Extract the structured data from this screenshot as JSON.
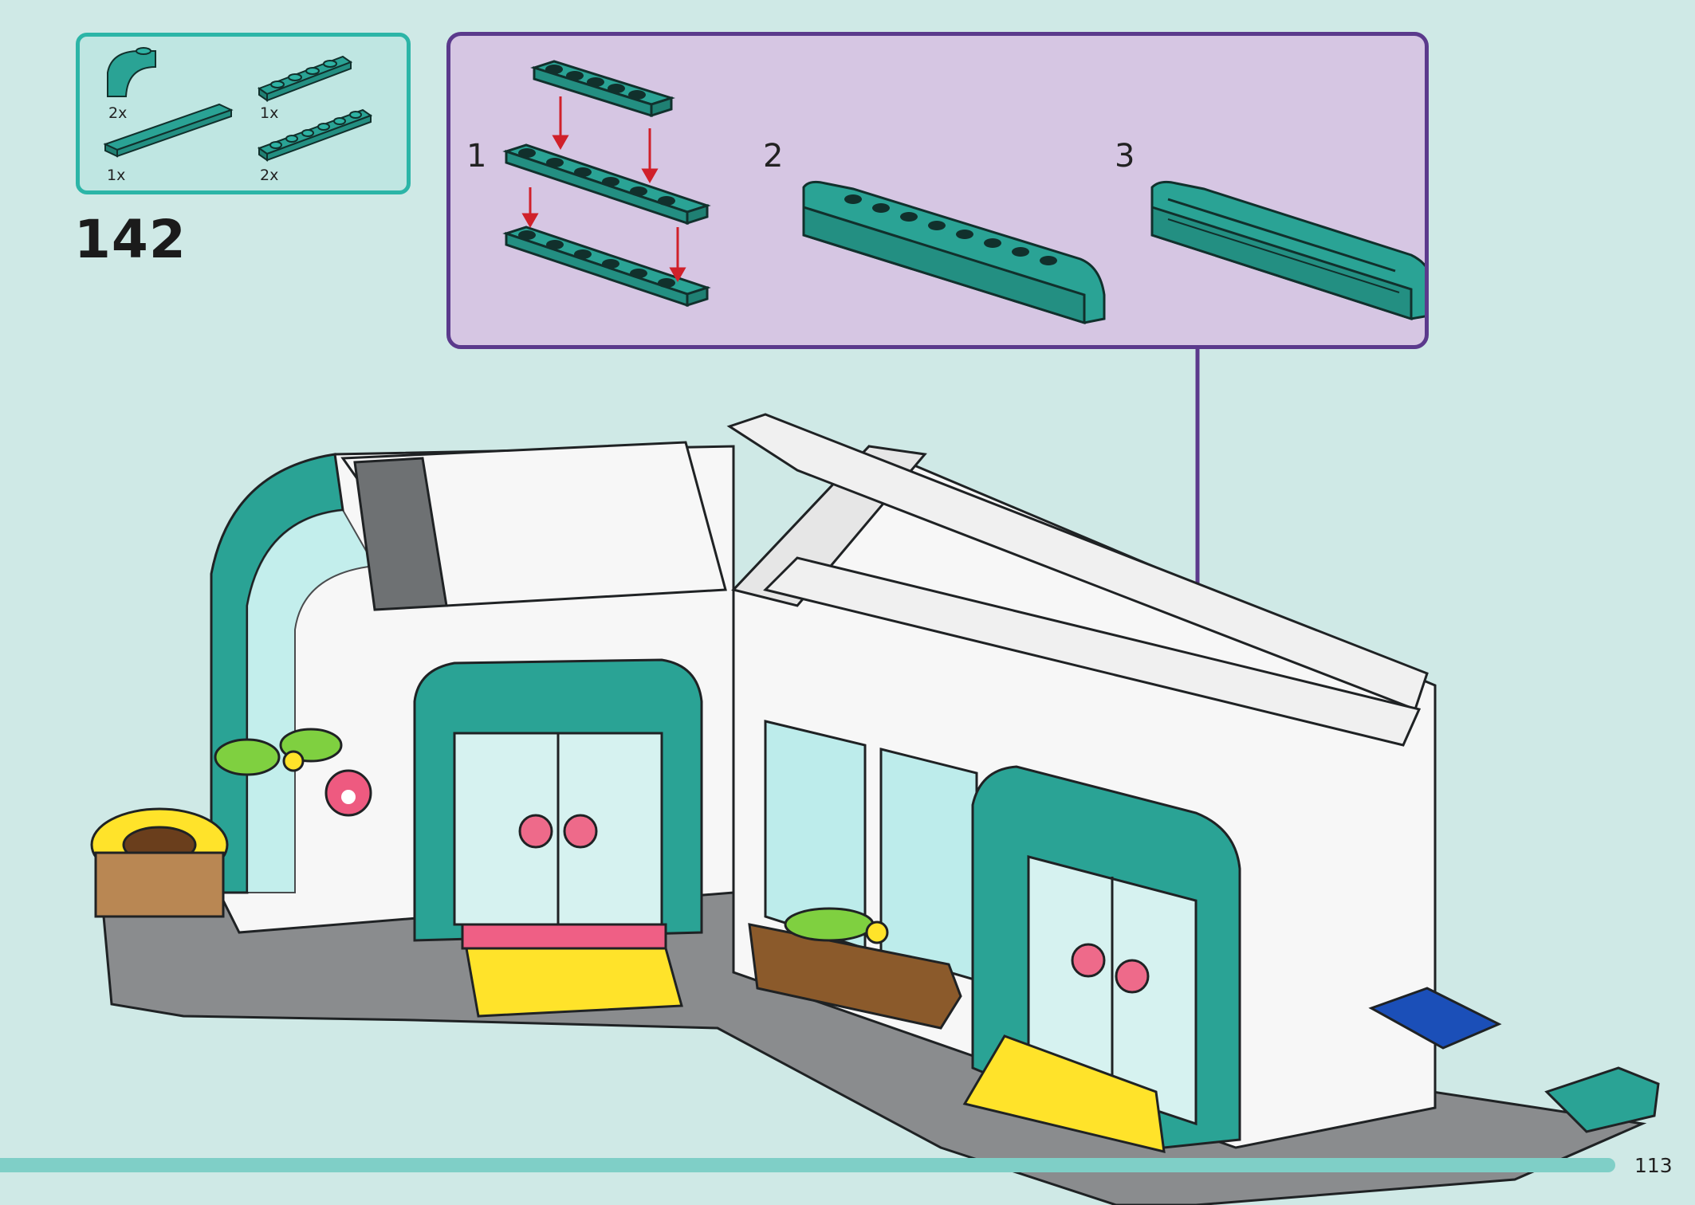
{
  "step": {
    "number": "142"
  },
  "parts": [
    {
      "name": "curved-brick-icon",
      "qty": "2x"
    },
    {
      "name": "plate-1x6-icon",
      "qty": "1x"
    },
    {
      "name": "tile-long-icon",
      "qty": "1x"
    },
    {
      "name": "plate-1x8-icon",
      "qty": "2x"
    }
  ],
  "substeps": [
    {
      "label": "1"
    },
    {
      "label": "2"
    },
    {
      "label": "3"
    }
  ],
  "page": {
    "number": "113"
  },
  "colors": {
    "background": "#cfe9e6",
    "teal": "#2aa395",
    "purple_border": "#5b3a8c",
    "parts_border": "#2cb5a7",
    "arrow_red": "#d0202a"
  }
}
